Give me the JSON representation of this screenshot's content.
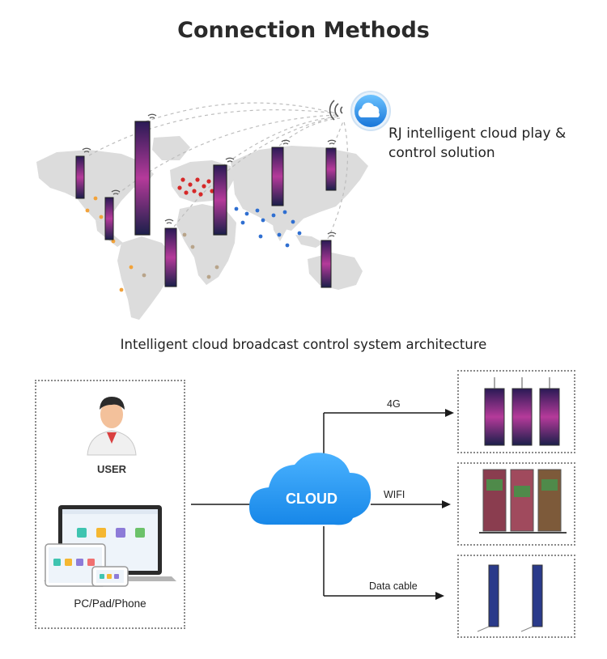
{
  "header": {
    "title": "Connection Methods",
    "cloud_solution_line1": "RJ intelligent cloud play &",
    "cloud_solution_line2": "control solution"
  },
  "architecture": {
    "subtitle": "Intelligent cloud broadcast control system architecture",
    "user_label": "USER",
    "devices_label": "PC/Pad/Phone",
    "cloud_label": "CLOUD",
    "links": [
      {
        "label": "4G"
      },
      {
        "label": "WIFI"
      },
      {
        "label": "Data cable"
      }
    ]
  },
  "colors": {
    "cloud_blue": "#1f8fe6",
    "map_gray": "#d9d9d9",
    "dot_red": "#d62828",
    "dot_blue": "#2f6fd1",
    "dot_orange": "#f2a23a",
    "dot_tan": "#b8a48a"
  },
  "icons": [
    "cloud-icon",
    "wifi-icon",
    "user-avatar-icon",
    "laptop-icon",
    "tablet-icon",
    "phone-icon"
  ]
}
